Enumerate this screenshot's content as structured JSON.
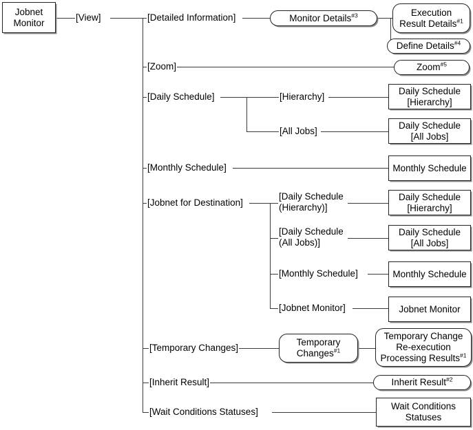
{
  "diagram": {
    "type": "menu-tree",
    "title": "Jobnet Monitor menu hierarchy",
    "root": {
      "label": "Jobnet\nMonitor"
    },
    "level1": {
      "label": "[View]"
    },
    "menu_items": [
      {
        "id": "detailed-information",
        "label": "[Detailed Information]"
      },
      {
        "id": "zoom",
        "label": "[Zoom]"
      },
      {
        "id": "daily-schedule",
        "label": "[Daily Schedule]"
      },
      {
        "id": "monthly-schedule",
        "label": "[Monthly Schedule]"
      },
      {
        "id": "jobnet-for-destination",
        "label": "[Jobnet for Destination]"
      },
      {
        "id": "temporary-changes",
        "label": "[Temporary Changes]"
      },
      {
        "id": "inherit-result",
        "label": "[Inherit Result]"
      },
      {
        "id": "wait-conditions-statuses",
        "label": "[Wait Conditions Statuses]"
      }
    ],
    "submenu_items": [
      {
        "id": "hierarchy",
        "label": "[Hierarchy]"
      },
      {
        "id": "all-jobs",
        "label": "[All Jobs]"
      },
      {
        "id": "dest-daily-hierarchy",
        "label": "[Daily Schedule\n(Hierarchy)]"
      },
      {
        "id": "dest-daily-all-jobs",
        "label": "[Daily Schedule\n(All Jobs)]"
      },
      {
        "id": "dest-monthly-schedule",
        "label": "[Monthly Schedule]"
      },
      {
        "id": "dest-jobnet-monitor",
        "label": "[Jobnet Monitor]"
      }
    ],
    "windows": [
      {
        "id": "monitor-details",
        "label": "Monitor Details",
        "note": "#3",
        "shape": "pill"
      },
      {
        "id": "execution-result-details",
        "label": "Execution\nResult Details",
        "note": "#1",
        "shape": "round"
      },
      {
        "id": "define-details",
        "label": "Define Details",
        "note": "#4",
        "shape": "pill"
      },
      {
        "id": "zoom-window",
        "label": "Zoom",
        "note": "#5",
        "shape": "pill"
      },
      {
        "id": "daily-schedule-hierarchy",
        "label": "Daily Schedule\n[Hierarchy]",
        "note": "",
        "shape": "rect"
      },
      {
        "id": "daily-schedule-all-jobs",
        "label": "Daily Schedule\n[All Jobs]",
        "note": "",
        "shape": "rect"
      },
      {
        "id": "monthly-schedule-window",
        "label": "Monthly Schedule",
        "note": "",
        "shape": "rect"
      },
      {
        "id": "dest-daily-schedule-hierarchy",
        "label": "Daily Schedule\n[Hierarchy]",
        "note": "",
        "shape": "rect"
      },
      {
        "id": "dest-daily-schedule-all-jobs",
        "label": "Daily Schedule\n[All Jobs]",
        "note": "",
        "shape": "rect"
      },
      {
        "id": "dest-monthly-schedule-window",
        "label": "Monthly Schedule",
        "note": "",
        "shape": "rect"
      },
      {
        "id": "dest-jobnet-monitor-window",
        "label": "Jobnet Monitor",
        "note": "",
        "shape": "rect"
      },
      {
        "id": "temporary-changes-window",
        "label": "Temporary\nChanges",
        "note": "#1",
        "shape": "round"
      },
      {
        "id": "temporary-change-reexec",
        "label": "Temporary Change\nRe-execution\nProcessing Results",
        "note": "#1",
        "shape": "round"
      },
      {
        "id": "inherit-result-window",
        "label": "Inherit Result",
        "note": "#2",
        "shape": "pill"
      },
      {
        "id": "wait-conditions-statuses-window",
        "label": "Wait Conditions\nStatuses",
        "note": "",
        "shape": "rect"
      }
    ]
  },
  "colors": {
    "line": "#3a3a3a",
    "border": "#222222",
    "shadow": "#8d8d8d",
    "text": "#000000",
    "background": "#ffffff"
  }
}
